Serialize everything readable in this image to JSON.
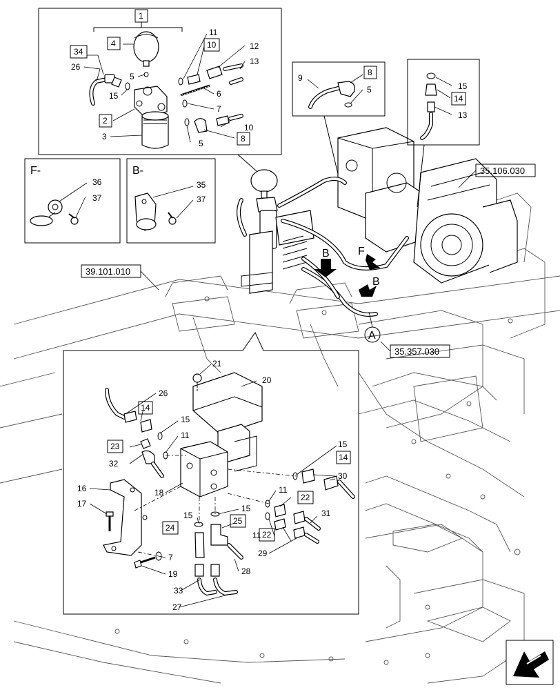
{
  "section_refs": [
    "35.106.030",
    "39.101.010",
    "35.357.030"
  ],
  "detail_views": {
    "main_circle": "A",
    "view_f_title": "F-",
    "view_b_title": "B-",
    "arrow_f": "F",
    "arrow_b": "B",
    "arrow_b2": "B"
  },
  "callouts_top": {
    "c1": "1",
    "c4": "4",
    "c34": "34",
    "c26": "26",
    "c5a": "5",
    "c15": "15",
    "c2": "2",
    "c3": "3",
    "c11": "11",
    "c10box": "10",
    "c12": "12",
    "c13": "13",
    "c6": "6",
    "c7": "7",
    "c10": "10",
    "c5b": "5",
    "c8": "8"
  },
  "callouts_pump": {
    "c9": "9",
    "c8": "8",
    "c5": "5"
  },
  "callouts_right": {
    "c15": "15",
    "c14": "14",
    "c13": "13"
  },
  "callouts_f": {
    "c36": "36",
    "c37": "37"
  },
  "callouts_b": {
    "c35": "35",
    "c37": "37"
  },
  "callouts_block": {
    "c21": "21",
    "c20": "20",
    "c26": "26",
    "c14a": "14",
    "c15a": "15",
    "c11a": "11",
    "c23": "23",
    "c32": "32",
    "c16": "16",
    "c17": "17",
    "c18": "18",
    "c15b": "15",
    "c14b": "14",
    "c30": "30",
    "c11b": "11",
    "c22a": "22",
    "c15c": "15",
    "c15d": "15",
    "c25": "25",
    "c24": "24",
    "c11c": "11",
    "c22b": "22",
    "c31": "31",
    "c29": "29",
    "c7": "7",
    "c19": "19",
    "c28": "28",
    "c33": "33",
    "c27": "27"
  },
  "colors": {
    "line": "#000000",
    "background": "#ffffff",
    "faint": "#555555"
  },
  "icons": [
    "nav-arrow-icon"
  ]
}
